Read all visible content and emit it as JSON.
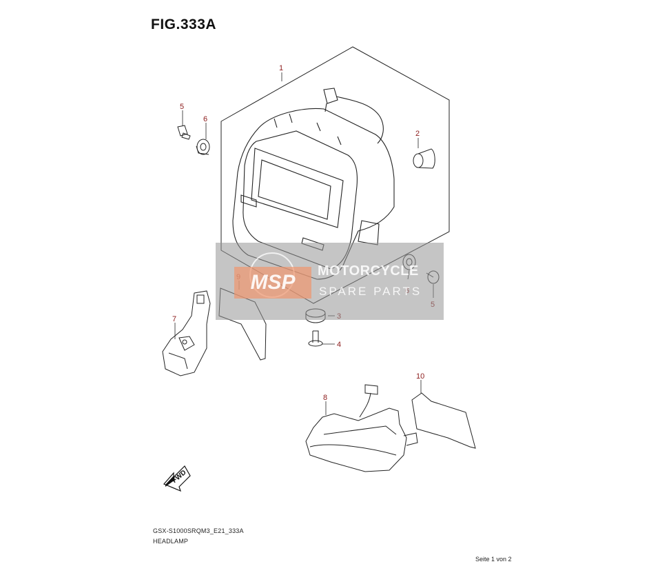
{
  "figure": {
    "title": "FIG.333A"
  },
  "callouts": {
    "c1": "1",
    "c2": "2",
    "c3": "3",
    "c4": "4",
    "c5a": "5",
    "c5b": "5",
    "c6a": "6",
    "c6b": "6",
    "c7": "7",
    "c8": "8",
    "c9": "9",
    "c10": "10"
  },
  "direction_arrow": {
    "label": "FWD"
  },
  "watermark": {
    "logo": "MSP",
    "line1": "MOTORCYCLE",
    "line2": "SPARE PARTS"
  },
  "footer": {
    "code": "GSX-S1000SRQM3_E21_333A",
    "name": "HEADLAMP",
    "page": "Seite 1 von 2"
  },
  "colors": {
    "callout": "#8b1a1a",
    "line": "#222222",
    "watermark_accent": "#f0966e"
  }
}
